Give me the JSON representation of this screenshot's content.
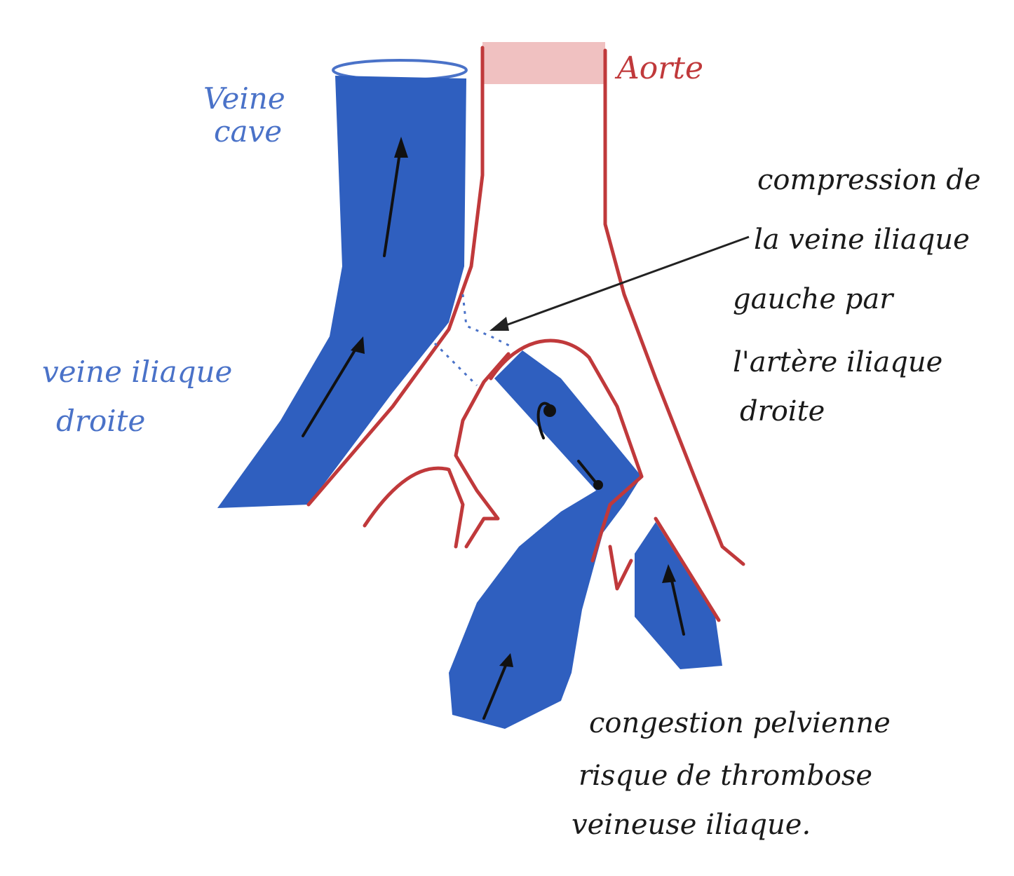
{
  "labels": {
    "vena_cava": [
      "Veine",
      "cave"
    ],
    "aorta": "Aorte",
    "right_iliac_vein": [
      "veine iliaque",
      "droite"
    ],
    "compression": [
      "compression de",
      "la veine iliaque",
      "gauche par",
      "l'artère iliaque",
      "droite"
    ],
    "congestion": [
      "congestion pelvienne",
      "risque de thrombose",
      "veineuse iliaque."
    ]
  },
  "colors": {
    "vein": "#2f5fbf",
    "artery": "#c0393b",
    "vein_label": "#4a72c8",
    "annotation": "#1a1a1a"
  }
}
